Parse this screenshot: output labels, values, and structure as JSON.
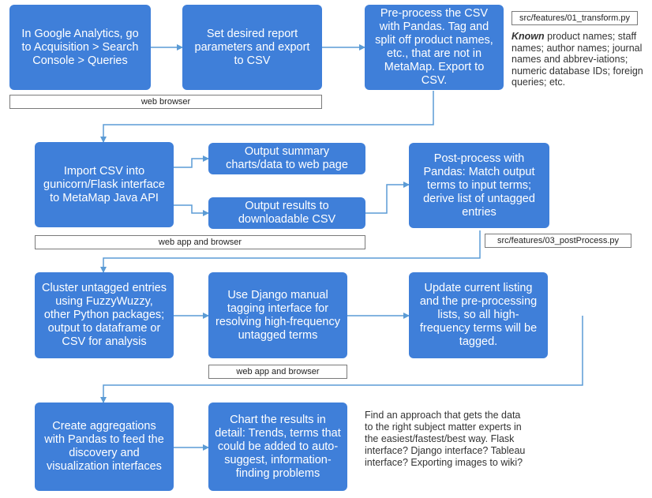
{
  "boxes": {
    "b1": "In Google Analytics, go to Acquisition > Search Console > Queries",
    "b2": "Set desired report parameters and export to CSV",
    "b3": "Pre-process the CSV with Pandas. Tag and split off product names, etc., that are not in MetaMap. Export to CSV.",
    "b4": "Import CSV into gunicorn/Flask interface to MetaMap Java API",
    "b5": "Output summary charts/data to web page",
    "b6": "Output results to downloadable CSV",
    "b7": "Post-process with Pandas: Match output terms to input terms; derive list of untagged entries",
    "b8": "Cluster untagged entries using FuzzyWuzzy, other Python packages; output to dataframe or CSV for analysis",
    "b9": "Use Django manual tagging interface for resolving high-frequency untagged terms",
    "b10": "Update current listing and the pre-processing lists, so all high-frequency terms will be tagged.",
    "b11": "Create aggregations with Pandas to feed the discovery and visualization interfaces",
    "b12": "Chart the results in detail: Trends, terms that could be added to auto-suggest, information-finding problems"
  },
  "labels": {
    "web_browser": "web browser",
    "web_app_browser_1": "web app and browser",
    "web_app_browser_2": "web app and browser",
    "transform_file": "src/features/01_transform.py",
    "postprocess_file": "src/features/03_postProcess.py"
  },
  "notes": {
    "known_em": "Known",
    "known_rest": " product names; staff names; author names; journal names and abbrev-iations; numeric database IDs; foreign queries; etc.",
    "final": "Find an approach that gets the data to the right subject matter experts in the easiest/fastest/best way. Flask interface? Django interface? Tableau interface? Exporting images to wiki?"
  },
  "colors": {
    "box": "#3f7fd9",
    "connector": "#5b9bd5"
  }
}
